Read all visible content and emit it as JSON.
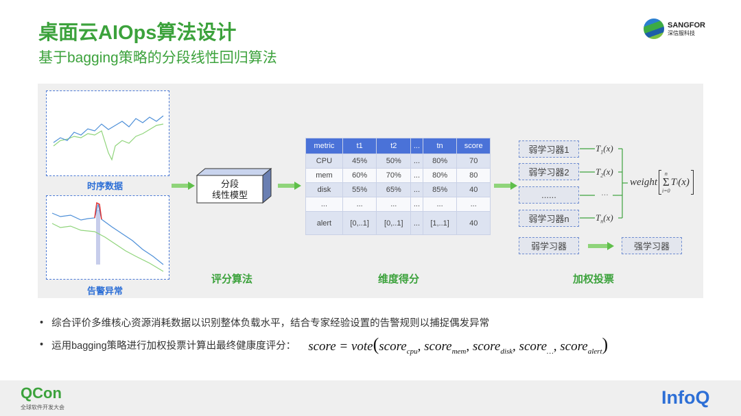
{
  "header": {
    "title": "桌面云AIOps算法设计",
    "subtitle": "基于bagging策略的分段线性回归算法",
    "logo_name": "SANGFOR",
    "logo_sub": "深信服科技"
  },
  "diagram": {
    "plot1_caption": "时序数据",
    "plot2_caption": "告警异常",
    "model_label_1": "分段",
    "model_label_2": "线性模型",
    "stage_labels": [
      "评分算法",
      "维度得分",
      "加权投票"
    ],
    "table": {
      "headers": [
        "metric",
        "t1",
        "t2",
        "...",
        "tn",
        "score"
      ],
      "rows": [
        [
          "CPU",
          "45%",
          "50%",
          "...",
          "80%",
          "70"
        ],
        [
          "mem",
          "60%",
          "70%",
          "...",
          "80%",
          "80"
        ],
        [
          "disk",
          "55%",
          "65%",
          "...",
          "85%",
          "40"
        ],
        [
          "...",
          "...",
          "...",
          "...",
          "...",
          "..."
        ],
        [
          "alert",
          "[0,..1]",
          "[0,..1]",
          "...",
          "[1,..1]",
          "40"
        ]
      ]
    },
    "learners": [
      "弱学习器1",
      "弱学习器2",
      "......",
      "弱学习器n"
    ],
    "outputs": [
      "T",
      "1",
      "(x)",
      "T",
      "2",
      "(x)",
      "…",
      "T",
      "n",
      "(x)"
    ],
    "weight_formula": {
      "prefix": "weight",
      "sum_top": "n",
      "sum_bottom": "i=0",
      "term": "T",
      "sub": "i",
      "arg": "(x)"
    },
    "weak_label": "弱学习器",
    "strong_label": "强学习器",
    "colors": {
      "accent_green": "#3ca23c",
      "accent_blue": "#4a72d8"
    }
  },
  "bullets": [
    "综合评价多维核心资源消耗数据以识别整体负载水平，结合专家经验设置的告警规则以捕捉偶发异常",
    "运用bagging策略进行加权投票计算出最终健康度评分："
  ],
  "formula": {
    "lhs": "score = vote",
    "terms": [
      [
        "score",
        "cpu"
      ],
      [
        "score",
        "mem"
      ],
      [
        "score",
        "disk"
      ],
      [
        "score",
        "…"
      ],
      [
        "score",
        "alert"
      ]
    ]
  },
  "footer": {
    "left_logo": "QCon",
    "left_sub": "全球软件开发大会",
    "right_logo": "InfoQ"
  }
}
